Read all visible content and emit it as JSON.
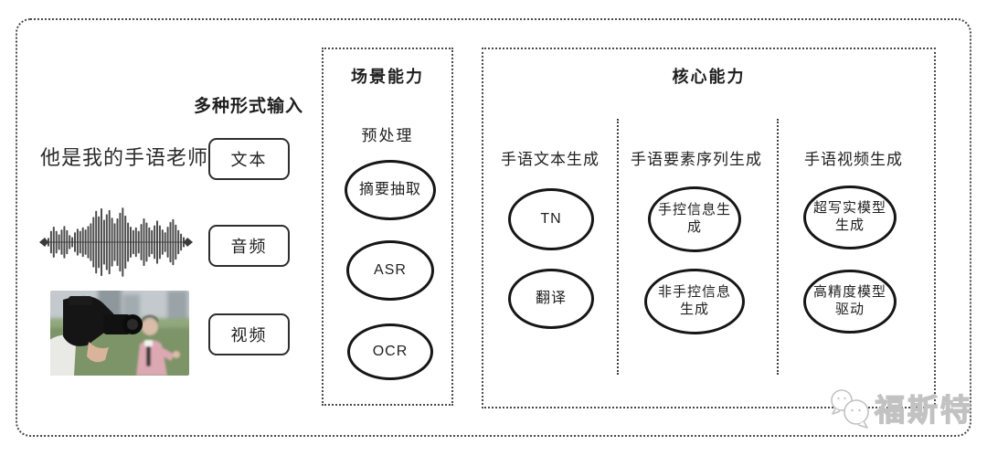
{
  "input": {
    "header": "多种形式输入",
    "text_sample": "他是我的手语老师",
    "buttons": [
      {
        "label": "文本"
      },
      {
        "label": "音频"
      },
      {
        "label": "视频"
      }
    ],
    "waveform_amplitudes": [
      0.1,
      0.3,
      0.42,
      0.3,
      0.2,
      0.34,
      0.44,
      0.32,
      0.18,
      0.12,
      0.26,
      0.36,
      0.3,
      0.4,
      0.34,
      0.44,
      0.52,
      0.7,
      0.88,
      0.72,
      0.95,
      0.62,
      0.78,
      0.9,
      0.68,
      0.52,
      0.66,
      0.82,
      0.97,
      0.74,
      0.54,
      0.42,
      0.32,
      0.4,
      0.3,
      0.5,
      0.66,
      0.54,
      0.4,
      0.32,
      0.46,
      0.6,
      0.46,
      0.34,
      0.26,
      0.42,
      0.56,
      0.64,
      0.48,
      0.32,
      0.22,
      0.12
    ]
  },
  "scene": {
    "title": "场景能力",
    "subtitle": "预处理",
    "nodes": [
      "摘要抽取",
      "ASR",
      "OCR"
    ]
  },
  "core": {
    "title": "核心能力",
    "columns": [
      {
        "header": "手语文本生成",
        "nodes": [
          "TN",
          "翻译"
        ]
      },
      {
        "header": "手语要素序列生成",
        "nodes": [
          "手控信息生成",
          "非手控信息生成"
        ]
      },
      {
        "header": "手语视频生成",
        "nodes": [
          "超写实模型生成",
          "高精度模型驱动"
        ]
      }
    ]
  },
  "watermark": {
    "text": "福斯特",
    "icon": "chat-bubbles-icon"
  },
  "colors": {
    "ink": "#1f1f1f",
    "dotted_border": "#4a4a4a",
    "watermark_gray": "#c2c2c2"
  }
}
